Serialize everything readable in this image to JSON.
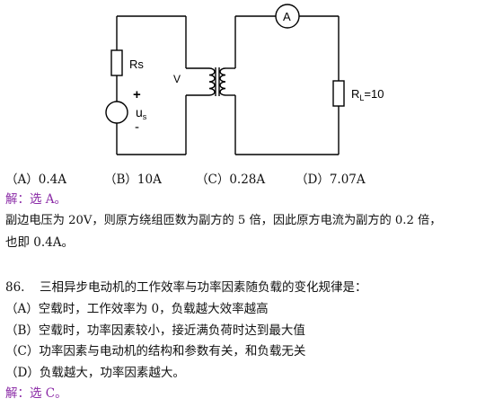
{
  "circuit": {
    "rs_label": "Rs",
    "plus": "+",
    "us_main": "u",
    "us_sub": "s",
    "minus": "-",
    "v_label": "V",
    "ammeter": "A",
    "rl_main": "R",
    "rl_sub": "L",
    "rl_value": "=10"
  },
  "q85": {
    "options": [
      "（A）0.4A",
      "（B）10A",
      "（C）0.28A",
      "（D）7.07A"
    ],
    "answer": "解：选 A。",
    "explain_1": "副边电压为 20V，则原方绕组匝数为副方的 5 倍，因此原方电流为副方的 0.2 倍，",
    "explain_2": "也即 0.4A。"
  },
  "q86": {
    "number": "86.",
    "stem": "三相异步电动机的工作效率与功率因素随负载的变化规律是：",
    "options": [
      "（A）空载时，工作效率为 0，负载越大效率越高",
      "（B）空载时，功率因素较小，接近满负荷时达到最大值",
      "（C）功率因素与电动机的结构和参数有关，和负载无关",
      "（D）负载越大，功率因素越大。"
    ],
    "answer": "解：选 C。"
  }
}
